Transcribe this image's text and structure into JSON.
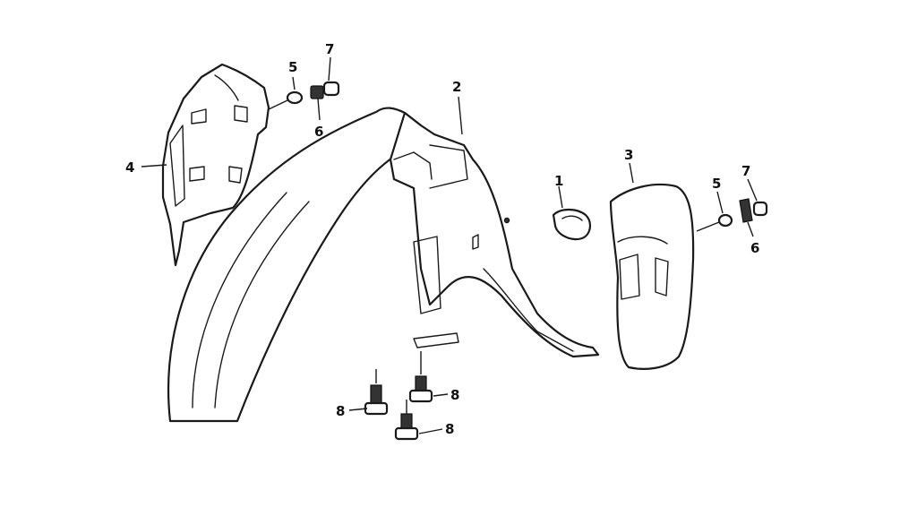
{
  "callouts": {
    "c1": "1",
    "c2": "2",
    "c3": "3",
    "c4": "4",
    "c5a": "5",
    "c5b": "5",
    "c6a": "6",
    "c6b": "6",
    "c7a": "7",
    "c7b": "7",
    "c8a": "8",
    "c8b": "8",
    "c8c": "8"
  },
  "colors": {
    "line": "#1a1a1a",
    "background": "#ffffff"
  }
}
